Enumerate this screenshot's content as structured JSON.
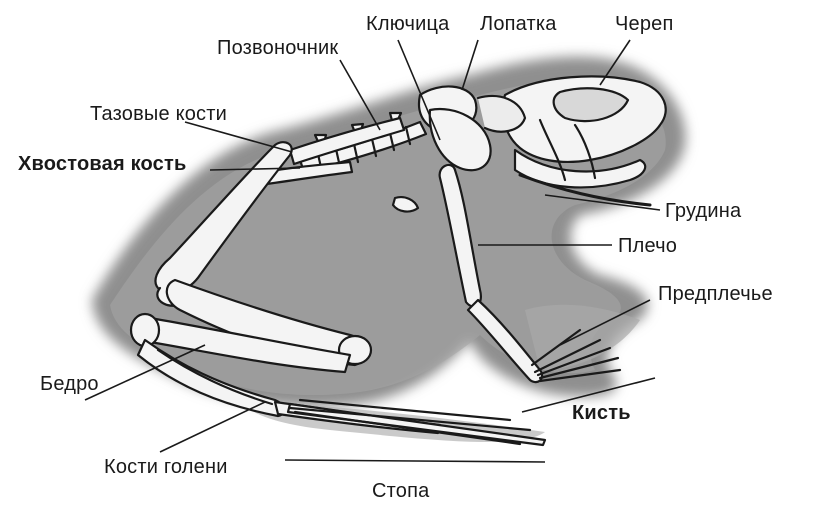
{
  "labels": {
    "spine": "Позвоночник",
    "clavicle": "Ключица",
    "scapula": "Лопатка",
    "skull": "Череп",
    "pelvis": "Тазовые кости",
    "tailbone": "Хвостовая кость",
    "sternum": "Грудина",
    "shoulder": "Плечо",
    "forearm": "Предплечье",
    "hand": "Кисть",
    "femur": "Бедро",
    "shin": "Кости голени",
    "foot": "Стопа"
  },
  "colors": {
    "body": "#8f8f8f",
    "body_light": "#b4b4b4",
    "bone": "#f4f4f4",
    "outline": "#1a1a1a"
  }
}
